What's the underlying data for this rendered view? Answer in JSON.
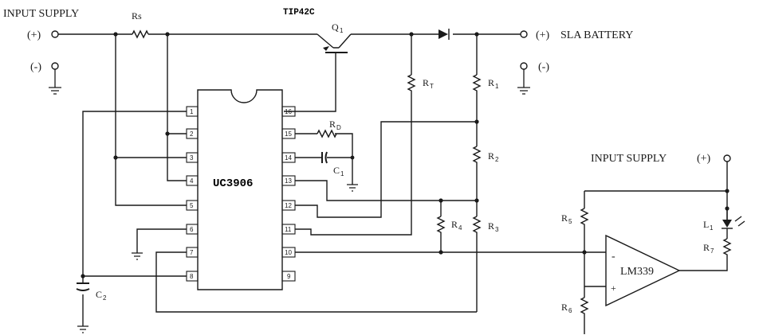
{
  "labels": {
    "input_supply_top": "INPUT SUPPLY",
    "plus_left": "(+)",
    "minus_left": "(-)",
    "rs": "Rs",
    "transistor_part": "TIP42C",
    "q1": "Q",
    "q1_sub": "1",
    "battery_plus": "(+)",
    "battery_name": "SLA BATTERY",
    "battery_minus": "(-)",
    "rt": "R",
    "rt_sub": "T",
    "r1": "R",
    "r1_sub": "1",
    "rd": "R",
    "rd_sub": "D",
    "c1": "C",
    "c1_sub": "1",
    "r2": "R",
    "r2_sub": "2",
    "r3": "R",
    "r3_sub": "3",
    "r4": "R",
    "r4_sub": "4",
    "ic_name": "UC3906",
    "c2": "C",
    "c2_sub": "2",
    "input_supply_right": "INPUT SUPPLY",
    "plus_right": "(+)",
    "r5": "R",
    "r5_sub": "5",
    "r6": "R",
    "r6_sub": "6",
    "l1": "L",
    "l1_sub": "1",
    "r7": "R",
    "r7_sub": "7",
    "comparator": "LM339",
    "minus_sign": "-",
    "plus_sign": "+"
  },
  "pins_left": [
    "1",
    "2",
    "3",
    "4",
    "5",
    "6",
    "7",
    "8"
  ],
  "pins_right": [
    "16",
    "15",
    "14",
    "13",
    "12",
    "11",
    "10",
    "9"
  ]
}
